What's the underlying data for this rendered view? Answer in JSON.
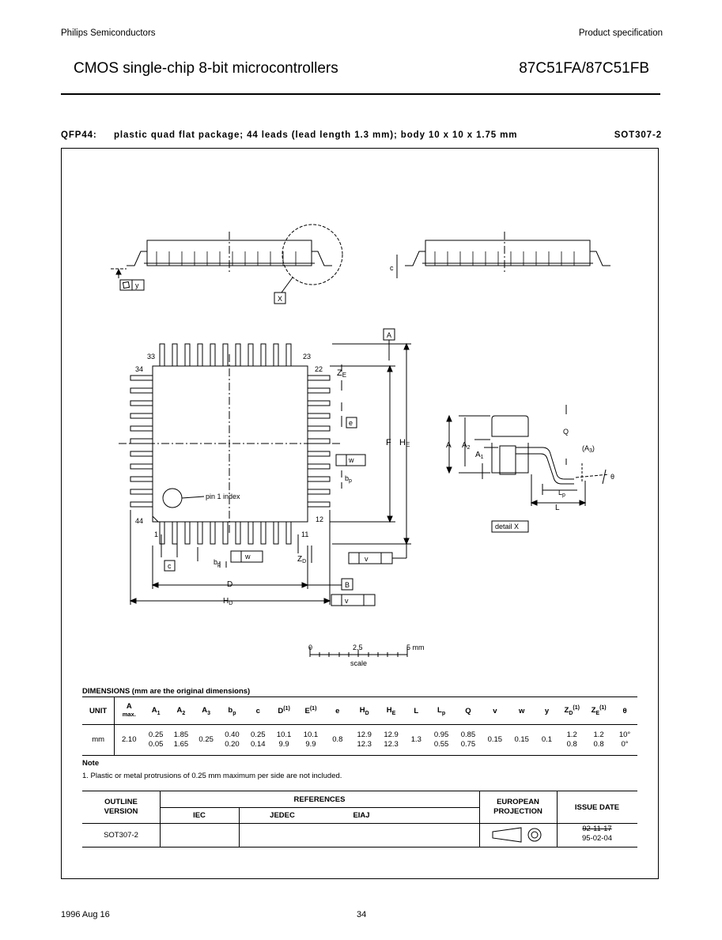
{
  "header": {
    "company": "Philips Semiconductors",
    "doc_type": "Product specification",
    "title": "CMOS single-chip 8-bit microcontrollers",
    "part_number": "87C51FA/87C51FB"
  },
  "package": {
    "name": "QFP44:",
    "description": "plastic quad flat package; 44 leads (lead length 1.3 mm); body 10 x 10 x 1.75 mm",
    "code": "SOT307-2"
  },
  "drawing": {
    "labels": {
      "x_box": "X",
      "y_box": "y",
      "c": "c",
      "pin33": "33",
      "pin23": "23",
      "pin34": "34",
      "pin22": "22",
      "pin44": "44",
      "pin12": "12",
      "pin1": "1",
      "pin11": "11",
      "ze": "Z",
      "ze_sub": "E",
      "e": "e",
      "bp": "b",
      "bp_sub": "p",
      "wM": "w",
      "pin1_index": "pin 1 index",
      "F": "F",
      "HE": "H",
      "HE_sub": "E",
      "A_box": "A",
      "B_box": "B",
      "vMA": "v",
      "vMB": "v",
      "D": "D",
      "HD": "H",
      "HD_sub": "D",
      "zd": "Z",
      "zd_sub": "D",
      "A": "A",
      "A2": "A",
      "A2_sub": "2",
      "A1": "A",
      "A1_sub": "1",
      "A3": "(A",
      "A3_sub": "3",
      "A3_end": ")",
      "Q": "Q",
      "theta": "θ",
      "Lp": "L",
      "Lp_sub": "p",
      "L": "L",
      "detail": "detail X"
    },
    "scale": {
      "start": "0",
      "mid": "2.5",
      "end": "5 mm",
      "label": "scale"
    }
  },
  "dimensions": {
    "title": "DIMENSIONS (mm are the original dimensions)",
    "headers": [
      "UNIT",
      "A",
      "A1",
      "A2",
      "A3",
      "bp",
      "c",
      "D(1)",
      "E(1)",
      "e",
      "HD",
      "HE",
      "L",
      "Lp",
      "Q",
      "v",
      "w",
      "y",
      "ZD(1)",
      "ZE(1)",
      "θ"
    ],
    "header_a_sub": "max.",
    "unit": "mm",
    "rows": [
      [
        "2.10",
        "0.25",
        "1.85",
        "0.25",
        "0.40",
        "0.25",
        "10.1",
        "10.1",
        "0.8",
        "12.9",
        "12.9",
        "1.3",
        "0.95",
        "0.85",
        "0.15",
        "0.15",
        "0.1",
        "1.2",
        "1.2",
        "10°"
      ],
      [
        "",
        "0.05",
        "1.65",
        "",
        "0.20",
        "0.14",
        "9.9",
        "9.9",
        "",
        "12.3",
        "12.3",
        "",
        "0.55",
        "0.75",
        "",
        "",
        "",
        "0.8",
        "0.8",
        "0°"
      ]
    ]
  },
  "note": {
    "title": "Note",
    "text": "1. Plastic or metal protrusions of 0.25 mm maximum per side are not included."
  },
  "references": {
    "outline_version_label_1": "OUTLINE",
    "outline_version_label_2": "VERSION",
    "references_label": "REFERENCES",
    "iec": "IEC",
    "jedec": "JEDEC",
    "eiaj": "EIAJ",
    "european_1": "EUROPEAN",
    "european_2": "PROJECTION",
    "issue_date_label": "ISSUE DATE",
    "outline_version": "SOT307-2",
    "issue_date_struck": "92-11-17",
    "issue_date": "95-02-04"
  },
  "footer": {
    "date": "1996 Aug 16",
    "page": "34"
  }
}
